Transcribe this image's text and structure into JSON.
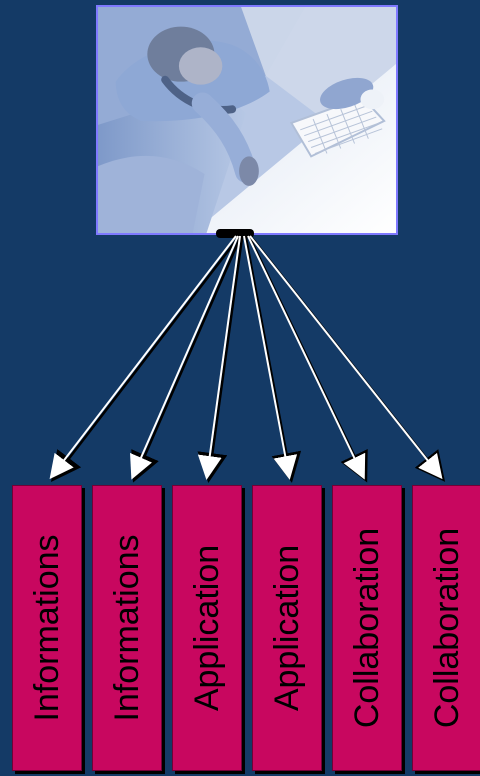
{
  "diagram": {
    "boxes": [
      {
        "label": "Informations"
      },
      {
        "label": "Informations"
      },
      {
        "label": "Application"
      },
      {
        "label": "Application"
      },
      {
        "label": "Collaboration"
      },
      {
        "label": "Collaboration"
      }
    ],
    "colors": {
      "background": "#143a66",
      "box_fill": "#c8075f",
      "arrow": "#ffffff",
      "photo_border": "#7f79ff"
    }
  }
}
